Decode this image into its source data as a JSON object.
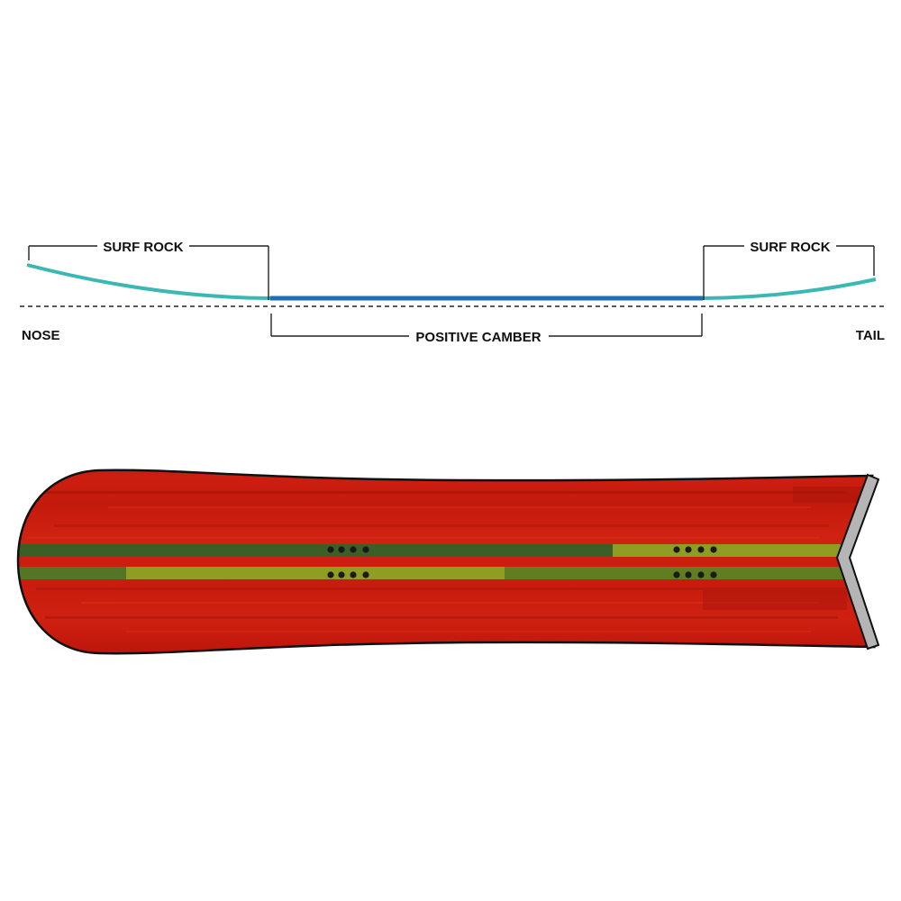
{
  "profile": {
    "nose_label": "NOSE",
    "tail_label": "TAIL",
    "nose_zone_label": "SURF ROCK",
    "center_zone_label": "POSITIVE CAMBER",
    "tail_zone_label": "SURF ROCK"
  },
  "colors": {
    "rocker": "#3bb8b4",
    "camber": "#1e6fb5",
    "topsheet": "#c8180c",
    "stringer": "#8f9e22",
    "tail_edge": "#b5b5b5"
  }
}
